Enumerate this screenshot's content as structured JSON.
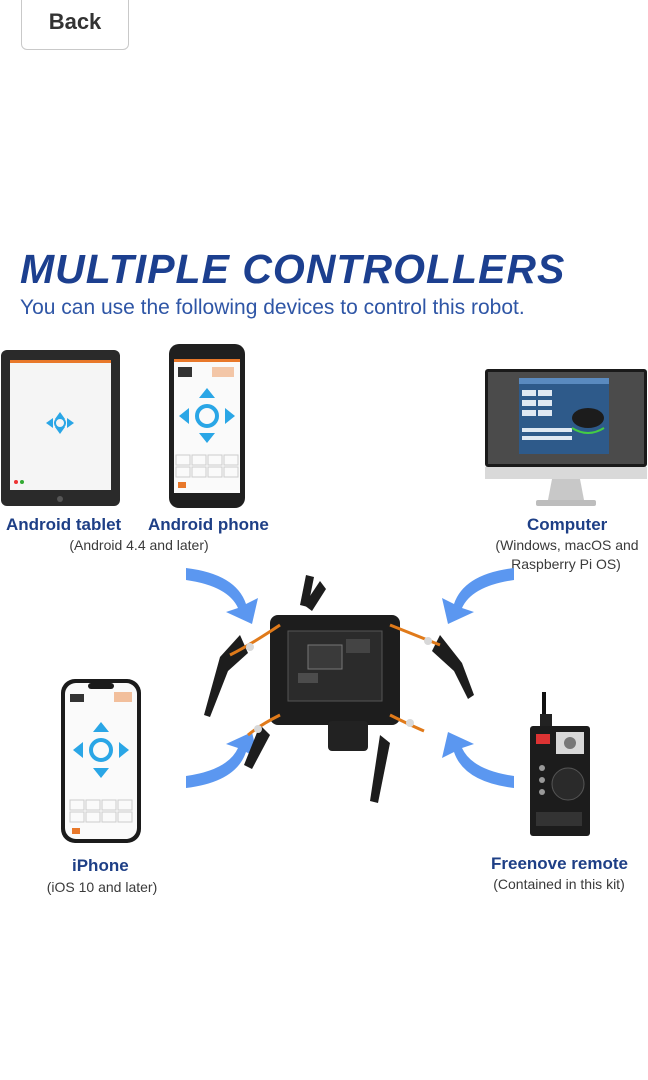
{
  "toolbar": {
    "back_label": "Back"
  },
  "hero": {
    "title": "MULTIPLE CONTROLLERS",
    "subtitle": "You can use the following devices to control this robot."
  },
  "devices": {
    "android_tablet": {
      "label": "Android tablet"
    },
    "android_phone": {
      "label": "Android phone",
      "note": "(Android 4.4 and later)"
    },
    "computer": {
      "label": "Computer",
      "note_line1": "(Windows, macOS and",
      "note_line2": "Raspberry Pi OS)"
    },
    "iphone": {
      "label": "iPhone",
      "note": "(iOS 10 and later)"
    },
    "remote": {
      "label": "Freenove remote",
      "note": "(Contained in this kit)"
    }
  },
  "colors": {
    "title": "#1c3f8f",
    "subtitle": "#2f56a6",
    "arrow": "#5b97f0",
    "app_blue": "#2aa6e6",
    "app_orange": "#e8782a"
  }
}
